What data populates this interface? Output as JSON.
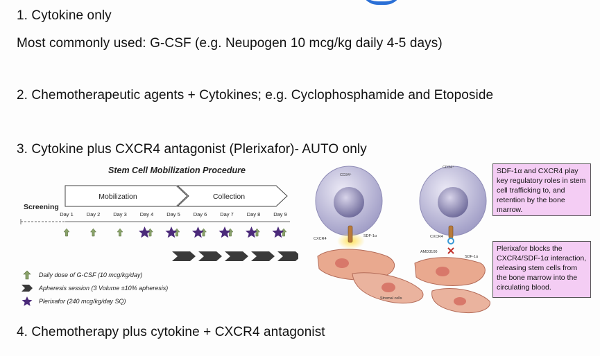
{
  "slide": {
    "line1": "1. Cytokine only",
    "line2": "Most commonly used: G-CSF (e.g. Neupogen 10 mcg/kg daily 4-5 days)",
    "line3": "2. Chemotherapeutic agents + Cytokines; e.g. Cyclophosphamide and Etoposide",
    "line4": "3. Cytokine plus CXCR4 antagonist (Plerixafor)- AUTO only",
    "line5": "4. Chemotherapy plus cytokine + CXCR4 antagonist"
  },
  "procedure": {
    "title": "Stem Cell Mobilization Procedure",
    "screening": "Screening",
    "mobilization": "Mobilization",
    "collection": "Collection",
    "days": [
      "Day 1",
      "Day 2",
      "Day 3",
      "Day 4",
      "Day 5",
      "Day 6",
      "Day 7",
      "Day 8",
      "Day 9"
    ],
    "gcsf_days": [
      1,
      2,
      3,
      4,
      5,
      6,
      7,
      8,
      9
    ],
    "plerixafor_days": [
      4,
      5,
      6,
      7,
      8,
      9
    ],
    "apheresis_sessions": 5,
    "legend": {
      "gcsf": "Daily dose of G-CSF (10 mcg/kg/day)",
      "apheresis": "Apheresis session (3 Volume ±10% apheresis)",
      "plerixafor": "Plerixafor (240 mcg/kg/day SQ)"
    },
    "colors": {
      "arrow": "#8aa36a",
      "star": "#4b2a7a",
      "chevron": "#3a3a3a"
    }
  },
  "mechanism": {
    "cd34_left": "CD34⁺",
    "cd34_right": "CD34⁺",
    "cxcr4_left": "CXCR4",
    "sdf_left": "SDF-1α",
    "cxcr4_right": "CXCR4",
    "amd": "AMD3100",
    "sdf_right": "SDF-1α",
    "stromal": "Stromal cells",
    "box1": "SDF-1α and CXCR4 play key regulatory roles in stem cell trafficking to, and retention by the bone marrow.",
    "box2": "Plerixafor blocks the CXCR4/SDF-1α interaction, releasing stem cells from the bone marrow into the circulating blood."
  }
}
